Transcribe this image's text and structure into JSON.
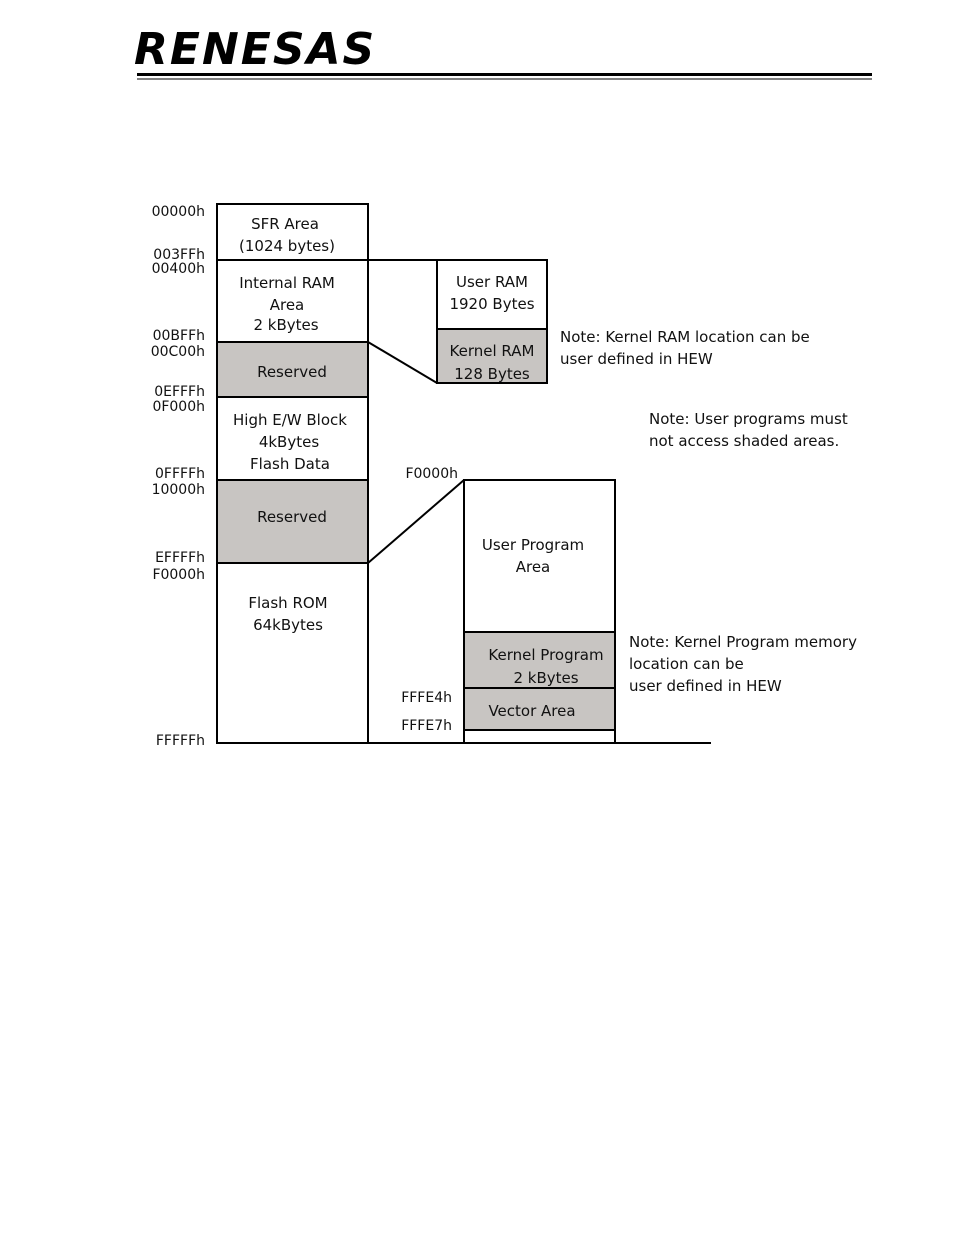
{
  "header": {
    "logo_text": "RENESAS"
  },
  "diagram": {
    "left_addresses": {
      "a00000": "00000h",
      "a003FF": "003FFh",
      "a00400": "00400h",
      "a00BFF": "00BFFh",
      "a00C00": "00C00h",
      "a0EFFF": "0EFFFh",
      "a0F000": "0F000h",
      "a0FFFF": "0FFFFh",
      "a10000": "10000h",
      "aEFFFF": "EFFFFh",
      "aF0000": "F0000h",
      "aFFFFF": "FFFFFh"
    },
    "main_blocks": {
      "sfr": [
        "SFR Area",
        "(1024 bytes)"
      ],
      "internal_ram": [
        "Internal RAM",
        "Area",
        "2 kBytes"
      ],
      "reserved1": [
        "Reserved"
      ],
      "high_ew": [
        "High E/W Block",
        "4kBytes",
        "Flash Data"
      ],
      "reserved2": [
        "Reserved"
      ],
      "flash_rom": [
        "Flash ROM",
        "64kBytes"
      ]
    },
    "ram_detail": {
      "user_ram": [
        "User RAM",
        "1920 Bytes"
      ],
      "kernel_ram": [
        "Kernel RAM",
        "128 Bytes"
      ]
    },
    "rom_detail": {
      "start_addr": "F0000h",
      "user_program": [
        "User Program",
        "Area"
      ],
      "kernel_program": [
        "Kernel Program",
        "2 kBytes"
      ],
      "vector_area": [
        "Vector Area"
      ],
      "addr_FFFE4": "FFFE4h",
      "addr_FFFE7": "FFFE7h"
    },
    "notes": {
      "kernel_ram": [
        "Note: Kernel RAM location can be",
        "user defined in HEW"
      ],
      "shaded": [
        "Note: User programs must",
        "not access shaded areas."
      ],
      "kernel_program": [
        "Note: Kernel Program memory",
        "location can be",
        "user defined in HEW"
      ]
    },
    "colors": {
      "shaded_fill": "#c8c5c2",
      "line": "#000000"
    }
  }
}
